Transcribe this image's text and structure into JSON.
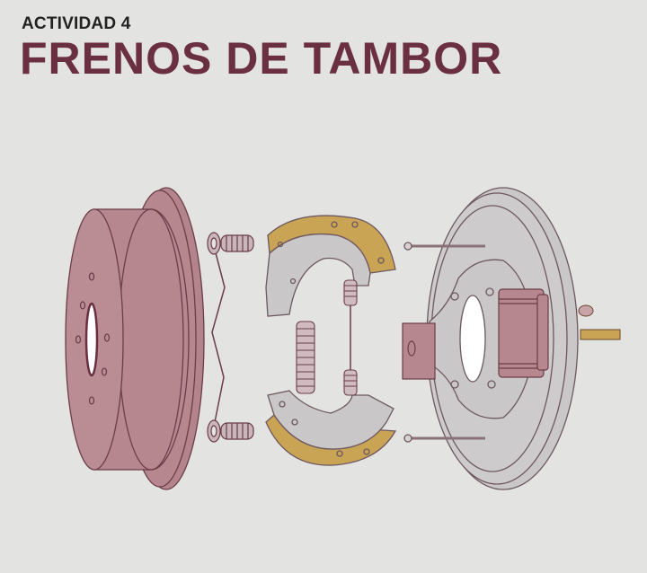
{
  "header": {
    "kicker": "ACTIVIDAD 4",
    "title": "FRENOS DE TAMBOR"
  },
  "illustration": {
    "subject": "exploded drum brake assembly",
    "parts": [
      {
        "id": "drum",
        "name": "brake-drum"
      },
      {
        "id": "hold-down-springs",
        "name": "hold-down-springs"
      },
      {
        "id": "brake-shoes",
        "name": "brake-shoes"
      },
      {
        "id": "return-springs",
        "name": "return-springs"
      },
      {
        "id": "backing-plate",
        "name": "backing-plate"
      },
      {
        "id": "wheel-cylinder",
        "name": "wheel-cylinder"
      },
      {
        "id": "adjuster",
        "name": "anchor-block"
      },
      {
        "id": "brake-line",
        "name": "brake-line"
      }
    ]
  },
  "colors": {
    "background": "#e3e3e1",
    "title": "#6b2f42",
    "drum": "#b7878f",
    "drum_stroke": "#6b3d48",
    "lining": "#c9a455",
    "metal": "#c9c7c8",
    "metal_stroke": "#6e5860"
  }
}
